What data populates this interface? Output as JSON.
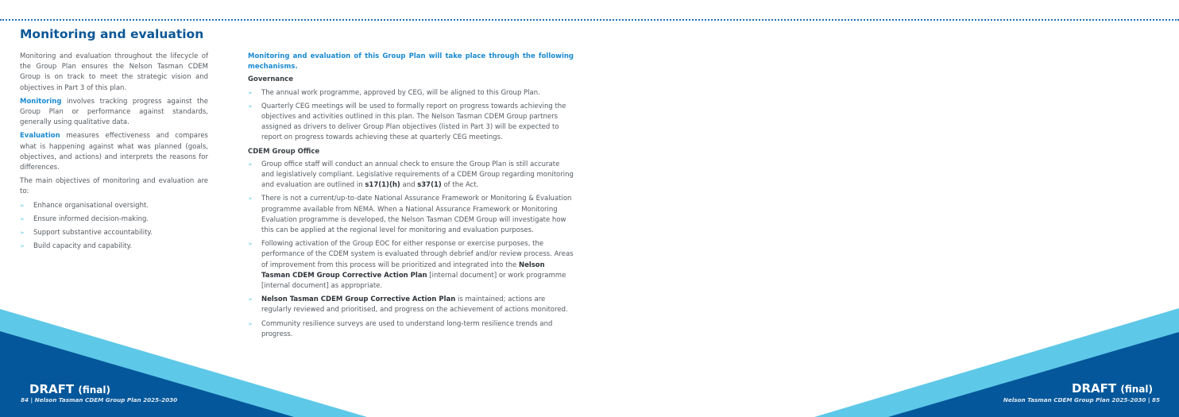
{
  "title": "Monitoring and evaluation",
  "left": {
    "intro": "Monitoring and evaluation throughout the lifecycle of the Group Plan ensures the Nelson Tasman CDEM Group is on track to meet the strategic vision and objectives in Part 3 of this plan.",
    "monitoring_term": "Monitoring",
    "monitoring_text": " involves tracking progress against the Group Plan or performance against standards, generally using qualitative data.",
    "evaluation_term": "Evaluation",
    "evaluation_text": " measures effectiveness and compares what is happening against what was planned (goals, objectives, and actions) and interprets the reasons for differences.",
    "objectives_intro": "The main objectives of monitoring and evaluation are to:",
    "objectives": [
      "Enhance organisational oversight.",
      "Ensure informed decision-making.",
      "Support substantive accountability.",
      "Build capacity and capability."
    ]
  },
  "right": {
    "lead": "Monitoring and evaluation of this Group Plan will take place through the following mechanisms.",
    "governance_heading": "Governance",
    "governance": [
      "The annual work programme, approved by CEG, will be aligned to this Group Plan.",
      "Quarterly CEG meetings will be used to formally report on progress towards achieving the objectives and activities outlined in this plan. The Nelson Tasman CDEM Group partners assigned as drivers to deliver Group Plan objectives (listed in Part 3) will be expected to report on progress towards achieving these at quarterly CEG meetings."
    ],
    "office_heading": "CDEM Group Office",
    "office_1a": "Group office staff will conduct an annual check to ensure the Group Plan is still accurate and legislatively compliant. Legislative requirements of a CDEM Group regarding monitoring and evaluation are outlined in ",
    "office_1b": "s17(1)(h)",
    "office_1c": " and ",
    "office_1d": "s37(1)",
    "office_1e": " of the Act.",
    "office_2": "There is not a current/up-to-date National Assurance Framework or Monitoring & Evaluation programme available from NEMA. When a National Assurance Framework or Monitoring Evaluation programme is developed, the Nelson Tasman CDEM Group will investigate how this can be applied at the regional level for monitoring and evaluation purposes.",
    "office_3a": "Following activation of the Group EOC for either response or exercise purposes, the performance of the CDEM system is evaluated through debrief and/or review process. Areas of improvement from this process will be prioritized and integrated into the ",
    "office_3b": "Nelson Tasman CDEM Group Corrective Action Plan",
    "office_3c": " [internal document] or work programme [internal document] as appropriate.",
    "office_4a": "Nelson Tasman CDEM Group Corrective Action Plan",
    "office_4b": " is maintained; actions are regularly reviewed and prioritised, and progress on the achievement of actions monitored.",
    "office_5": "Community resilience surveys are used to understand long-term resilience trends and progress."
  },
  "footer_left": {
    "draft": "DRAFT",
    "status": "(final)",
    "page": "84 | Nelson Tasman CDEM Group Plan 2025-2030"
  },
  "footer_right": {
    "draft": "DRAFT",
    "status": "(final)",
    "page": "Nelson Tasman CDEM Group Plan 2025-2030 | 85"
  },
  "bullet_glyph": "➢",
  "colors": {
    "dark_blue": "#04579a",
    "light_blue": "#5ec8e8",
    "heading": "#0b5796",
    "accent": "#1a8ad1"
  }
}
